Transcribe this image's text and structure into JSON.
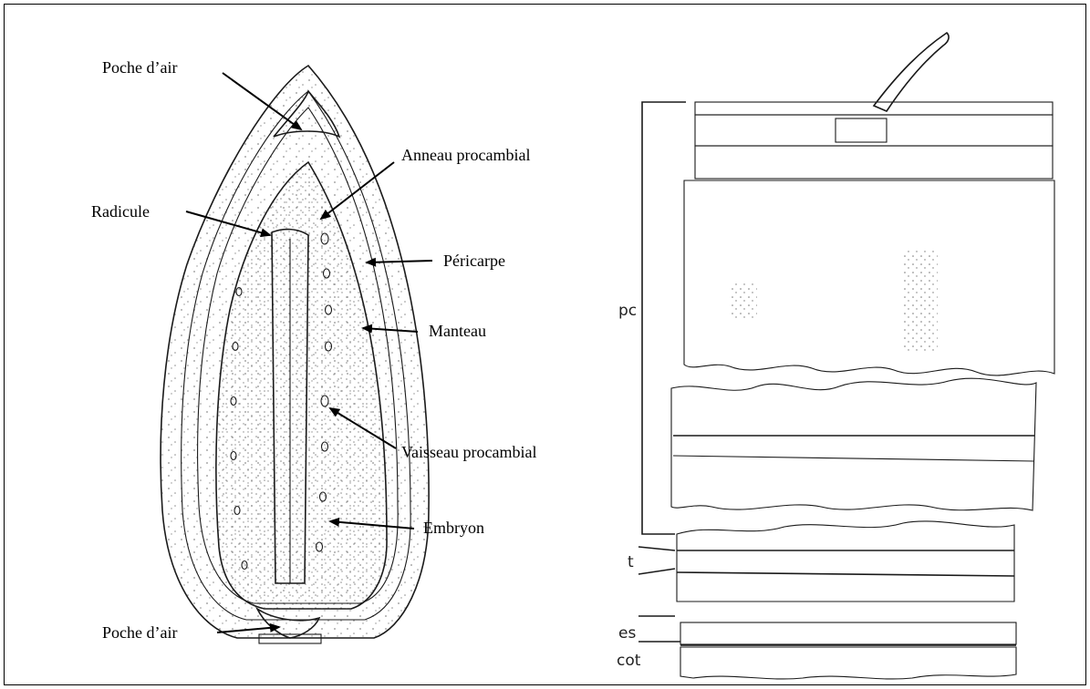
{
  "labels": {
    "poche_air_top": "Poche d’air",
    "radicule": "Radicule",
    "anneau_procambial": "Anneau procambial",
    "pericarpe": "Péricarpe",
    "manteau": "Manteau",
    "vaisseau_procambial": "Vaisseau procambial",
    "embryon": "Embryon",
    "poche_air_bottom": "Poche d’air"
  },
  "section_labels": {
    "pc": "pc",
    "t": "t",
    "es": "es",
    "cot": "cot"
  }
}
